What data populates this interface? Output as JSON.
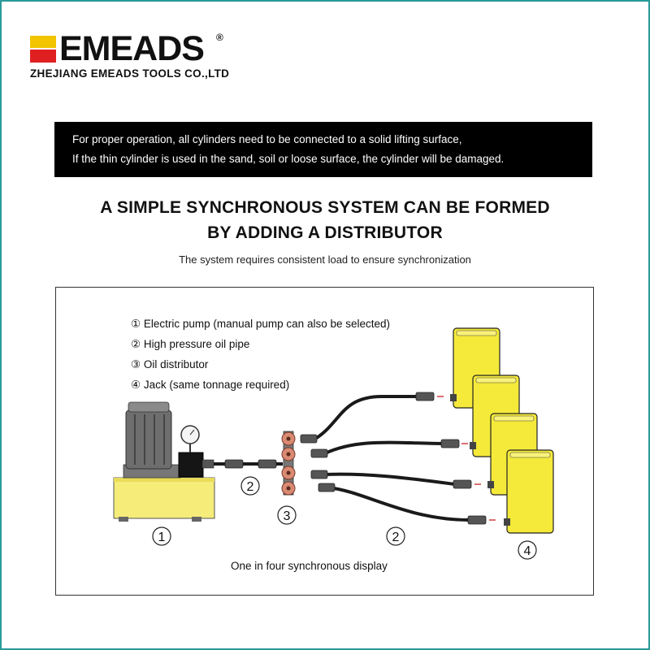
{
  "brand": {
    "name": "EMEADS",
    "registered_mark": "®",
    "company": "ZHEJIANG EMEADS TOOLS CO.,LTD",
    "colors": {
      "yellow": "#f2c500",
      "red": "#e02020",
      "frame": "#2a9a9a"
    }
  },
  "notice": {
    "line1": "For proper operation, all cylinders need to be connected to a solid lifting surface,",
    "line2": "If the thin cylinder is used in the sand, soil or loose surface, the cylinder will be damaged."
  },
  "headline": {
    "line1": "A SIMPLE SYNCHRONOUS SYSTEM CAN BE FORMED",
    "line2": "BY ADDING A DISTRIBUTOR"
  },
  "subheadline": "The system requires consistent load to ensure synchronization",
  "diagram": {
    "legend": [
      "① Electric pump (manual pump can also be selected)",
      "② High pressure oil pipe",
      "③ Oil distributor",
      "④ Jack (same tonnage required)"
    ],
    "markers": {
      "pump": "1",
      "pipe_short": "2",
      "distributor": "3",
      "pipe_long": "2",
      "jack": "4"
    },
    "caption": "One in four synchronous display",
    "colors": {
      "jack": "#f5ea3a",
      "pump_body": "#f5ec7a",
      "hose": "#1a1a1a",
      "motor": "#6e6e6e",
      "valve": "#d98a73"
    }
  }
}
